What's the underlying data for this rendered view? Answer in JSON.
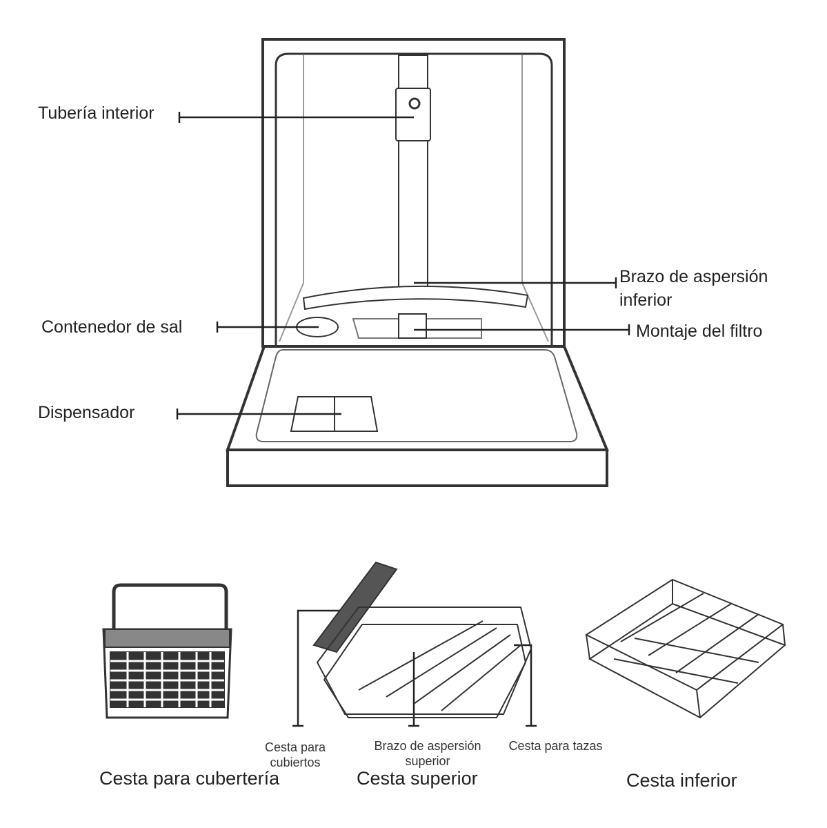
{
  "labels": {
    "inner_pipe": "Tubería interior",
    "lower_spray_arm_line1": "Brazo de aspersión",
    "lower_spray_arm_line2": "inferior",
    "salt_container": "Contenedor de sal",
    "filter_assembly": "Montaje del filtro",
    "dispenser": "Dispensador"
  },
  "basket_labels": {
    "cutlery_holder_line1": "Cesta para",
    "cutlery_holder_line2": "cubiertos",
    "upper_spray_arm_line1": "Brazo de aspersión",
    "upper_spray_arm_line2": "superior",
    "cup_rack": "Cesta para tazas"
  },
  "captions": {
    "cutlery_basket": "Cesta para cubertería",
    "upper_basket": "Cesta superior",
    "lower_basket": "Cesta inferior"
  }
}
